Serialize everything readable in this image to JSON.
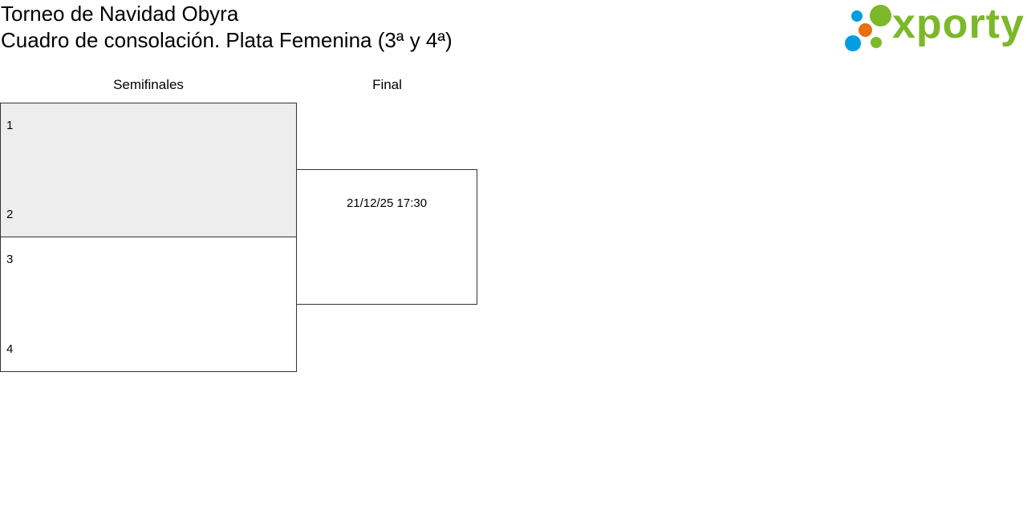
{
  "header": {
    "tournament": "Torneo de Navidad Obyra",
    "draw": "Cuadro de consolación. Plata Femenina (3ª y 4ª)"
  },
  "logo": {
    "text": "xporty",
    "colors": {
      "green": "#7cb829",
      "blue": "#009ee0",
      "orange": "#e8700f"
    }
  },
  "rounds": [
    {
      "label": "Semifinales"
    },
    {
      "label": "Final"
    }
  ],
  "semifinals": [
    {
      "seeds": [
        "1",
        "2"
      ]
    },
    {
      "seeds": [
        "3",
        "4"
      ]
    }
  ],
  "final": {
    "date": "21/12/25 17:30"
  }
}
